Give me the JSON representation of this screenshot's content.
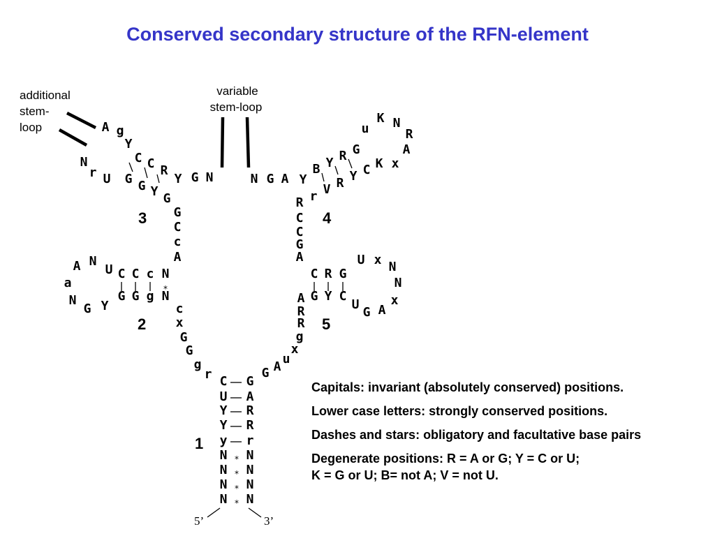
{
  "title": "Conserved secondary structure of the RFN-element",
  "labels": {
    "additional": [
      "additional",
      "stem-",
      "loop"
    ],
    "variable": [
      "variable",
      "stem-loop"
    ]
  },
  "stems": [
    "1",
    "2",
    "3",
    "4",
    "5"
  ],
  "ends": {
    "five": "5’",
    "three": "3’"
  },
  "nucleotides": [
    {
      "t": "A"
    },
    {
      "t": "g"
    },
    {
      "t": "Y"
    },
    {
      "t": "C"
    },
    {
      "t": "C"
    },
    {
      "t": "R"
    },
    {
      "t": "Y"
    },
    {
      "t": "G"
    },
    {
      "t": "N"
    },
    {
      "t": "N"
    },
    {
      "t": "r"
    },
    {
      "t": "U"
    },
    {
      "t": "G"
    },
    {
      "t": "G"
    },
    {
      "t": "Y"
    },
    {
      "t": "G"
    },
    {
      "t": "G"
    },
    {
      "t": "C"
    },
    {
      "t": "c"
    },
    {
      "t": "A"
    },
    {
      "t": "N"
    },
    {
      "t": "G"
    },
    {
      "t": "A"
    },
    {
      "t": "Y"
    },
    {
      "t": "r"
    },
    {
      "t": "V"
    },
    {
      "t": "R"
    },
    {
      "t": "Y"
    },
    {
      "t": "C"
    },
    {
      "t": "K"
    },
    {
      "t": "x"
    },
    {
      "t": "B"
    },
    {
      "t": "Y"
    },
    {
      "t": "R"
    },
    {
      "t": "G"
    },
    {
      "t": "A"
    },
    {
      "t": "R"
    },
    {
      "t": "N"
    },
    {
      "t": "K"
    },
    {
      "t": "u"
    },
    {
      "t": "R"
    },
    {
      "t": "C"
    },
    {
      "t": "C"
    },
    {
      "t": "G"
    },
    {
      "t": "A"
    },
    {
      "t": "A"
    },
    {
      "t": "N"
    },
    {
      "t": "U"
    },
    {
      "t": "C"
    },
    {
      "t": "C"
    },
    {
      "t": "c"
    },
    {
      "t": "N"
    },
    {
      "t": "a"
    },
    {
      "t": "N"
    },
    {
      "t": "G"
    },
    {
      "t": "Y"
    },
    {
      "t": "G"
    },
    {
      "t": "G"
    },
    {
      "t": "g"
    },
    {
      "t": "N"
    },
    {
      "t": "c"
    },
    {
      "t": "x"
    },
    {
      "t": "G"
    },
    {
      "t": "G"
    },
    {
      "t": "g"
    },
    {
      "t": "r"
    },
    {
      "t": "C"
    },
    {
      "t": "R"
    },
    {
      "t": "G"
    },
    {
      "t": "U"
    },
    {
      "t": "x"
    },
    {
      "t": "N"
    },
    {
      "t": "N"
    },
    {
      "t": "x"
    },
    {
      "t": "A"
    },
    {
      "t": "G"
    },
    {
      "t": "U"
    },
    {
      "t": "C"
    },
    {
      "t": "Y"
    },
    {
      "t": "G"
    },
    {
      "t": "A"
    },
    {
      "t": "R"
    },
    {
      "t": "R"
    },
    {
      "t": "g"
    },
    {
      "t": "x"
    },
    {
      "t": "u"
    },
    {
      "t": "A"
    },
    {
      "t": "G"
    },
    {
      "t": "C"
    },
    {
      "t": "U"
    },
    {
      "t": "Y"
    },
    {
      "t": "Y"
    },
    {
      "t": "y"
    },
    {
      "t": "N"
    },
    {
      "t": "N"
    },
    {
      "t": "N"
    },
    {
      "t": "N"
    },
    {
      "t": "G"
    },
    {
      "t": "A"
    },
    {
      "t": "R"
    },
    {
      "t": "R"
    },
    {
      "t": "r"
    },
    {
      "t": "N"
    },
    {
      "t": "N"
    },
    {
      "t": "N"
    },
    {
      "t": "N"
    }
  ],
  "pair_star": "*",
  "legend": [
    "Capitals: invariant (absolutely conserved) positions.",
    "Lower case letters: strongly conserved positions.",
    "Dashes and stars: obligatory and facultative base pairs",
    "Degenerate positions: R = A or G; Y = C or U;",
    "K = G or U; B= not A; V = not U."
  ],
  "colors": {
    "title": "#3535c8",
    "text": "#000000"
  }
}
